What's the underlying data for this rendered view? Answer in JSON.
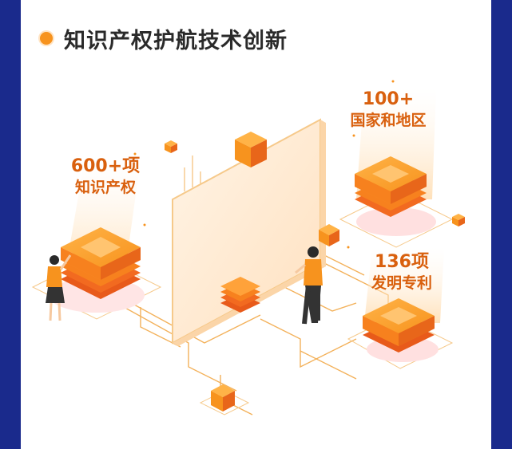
{
  "header": {
    "title": "知识产权护航技术创新"
  },
  "stats": [
    {
      "number": "600+项",
      "label": "知识产权"
    },
    {
      "number": "100+",
      "label": "国家和地区"
    },
    {
      "number": "136项",
      "label": "发明专利"
    }
  ],
  "colors": {
    "frame": "#1a2a8c",
    "accent": "#f7931e",
    "accent_dark": "#d9600e",
    "line": "#f3b15a"
  }
}
